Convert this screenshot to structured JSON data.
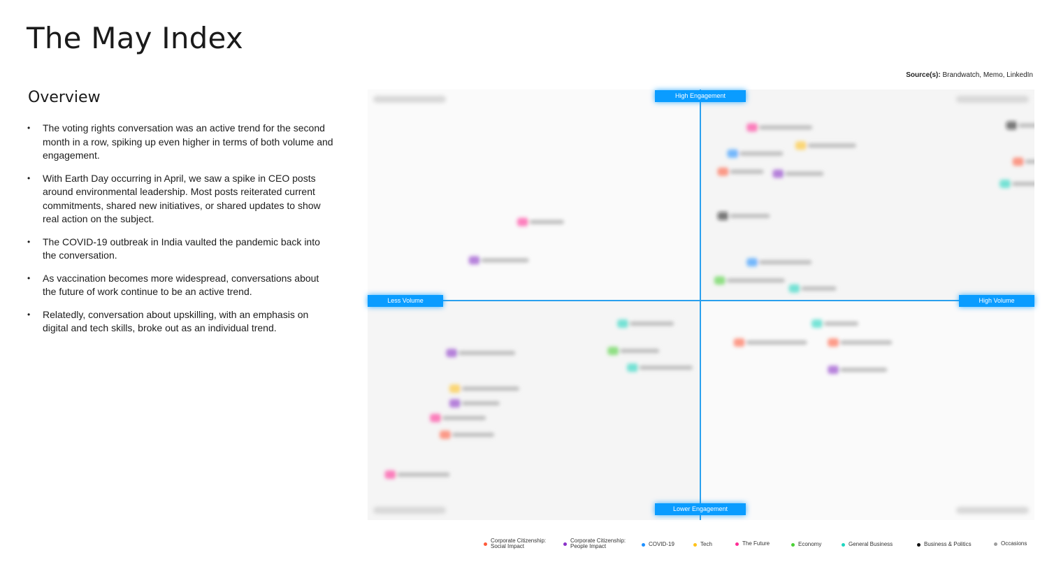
{
  "page": {
    "title": "The May Index",
    "overview_heading": "Overview",
    "bullets": [
      "The voting rights conversation was an active trend for the  second month in a row, spiking up even higher in terms of both volume and engagement.",
      "With Earth Day occurring in April, we saw a spike in CEO posts around environmental leadership. Most posts reiterated current commitments, shared new initiatives, or shared updates to show real action on the subject.",
      "The COVID-19 outbreak in India vaulted the pandemic back into the conversation.",
      "As vaccination becomes more widespread, conversations about the future of work continue to be an active trend.",
      "Relatedly, conversation about upskilling, with an emphasis on digital and tech skills, broke out as an individual trend."
    ],
    "source_label": "Source(s):",
    "source_text": " Brandwatch, Memo, LinkedIn"
  },
  "chart_data": {
    "type": "scatter",
    "axis_labels": {
      "top": "High Engagement",
      "bottom": "Lower Engagement",
      "left": "Less Volume",
      "right": "High Volume"
    },
    "xlim": [
      -1,
      1
    ],
    "ylim": [
      -1,
      1
    ],
    "grid": false,
    "legend_position": "bottom",
    "series": [
      {
        "name": "Corporate Citizenship: Social Impact",
        "color": "#ff5a3a",
        "points": [
          [
            0.07,
            0.64
          ],
          [
            0.98,
            0.69
          ],
          [
            0.41,
            -0.2
          ],
          [
            0.12,
            -0.2
          ],
          [
            -0.79,
            -0.64
          ]
        ]
      },
      {
        "name": "Corporate Citizenship: People Impact",
        "color": "#8a32c8",
        "points": [
          [
            0.24,
            0.63
          ],
          [
            -0.7,
            0.2
          ],
          [
            -0.77,
            -0.25
          ],
          [
            -0.76,
            -0.49
          ],
          [
            0.41,
            -0.33
          ]
        ]
      },
      {
        "name": "COVID-19",
        "color": "#1e90ff",
        "points": [
          [
            0.1,
            0.73
          ],
          [
            0.16,
            0.19
          ]
        ]
      },
      {
        "name": "Tech",
        "color": "#ffc21a",
        "points": [
          [
            0.31,
            0.77
          ],
          [
            -0.76,
            -0.42
          ]
        ]
      },
      {
        "name": "The Future",
        "color": "#ff2d95",
        "points": [
          [
            0.16,
            0.86
          ],
          [
            -0.55,
            0.39
          ],
          [
            -0.82,
            -0.56
          ],
          [
            -0.96,
            -0.83
          ]
        ]
      },
      {
        "name": "Economy",
        "color": "#4cd137",
        "points": [
          [
            0.06,
            0.1
          ],
          [
            -0.27,
            -0.24
          ]
        ]
      },
      {
        "name": "General Business",
        "color": "#1fd6c0",
        "points": [
          [
            0.29,
            0.06
          ],
          [
            -0.24,
            -0.11
          ],
          [
            -0.21,
            -0.32
          ],
          [
            0.36,
            -0.11
          ],
          [
            0.94,
            0.58
          ]
        ]
      },
      {
        "name": "Business & Politics",
        "color": "#111111",
        "points": [
          [
            0.07,
            0.42
          ],
          [
            0.96,
            0.87
          ]
        ]
      },
      {
        "name": "Occasions",
        "color": "#9e9e9e",
        "points": []
      }
    ]
  },
  "legend": [
    {
      "label_line1": "Corporate Citizenship:",
      "label_line2": "Social Impact",
      "color": "#ff5a3a"
    },
    {
      "label_line1": "Corporate Citizenship:",
      "label_line2": "People Impact",
      "color": "#8a32c8"
    },
    {
      "label_line1": "COVID-19",
      "label_line2": "",
      "color": "#1e90ff"
    },
    {
      "label_line1": "Tech",
      "label_line2": "",
      "color": "#ffc21a"
    },
    {
      "label_line1": "The Future",
      "label_line2": "",
      "color": "#ff2d95"
    },
    {
      "label_line1": "Economy",
      "label_line2": "",
      "color": "#4cd137"
    },
    {
      "label_line1": "General Business",
      "label_line2": "",
      "color": "#1fd6c0"
    },
    {
      "label_line1": "Business & Politics",
      "label_line2": "",
      "color": "#111111"
    },
    {
      "label_line1": "Occasions",
      "label_line2": "",
      "color": "#9e9e9e"
    }
  ]
}
